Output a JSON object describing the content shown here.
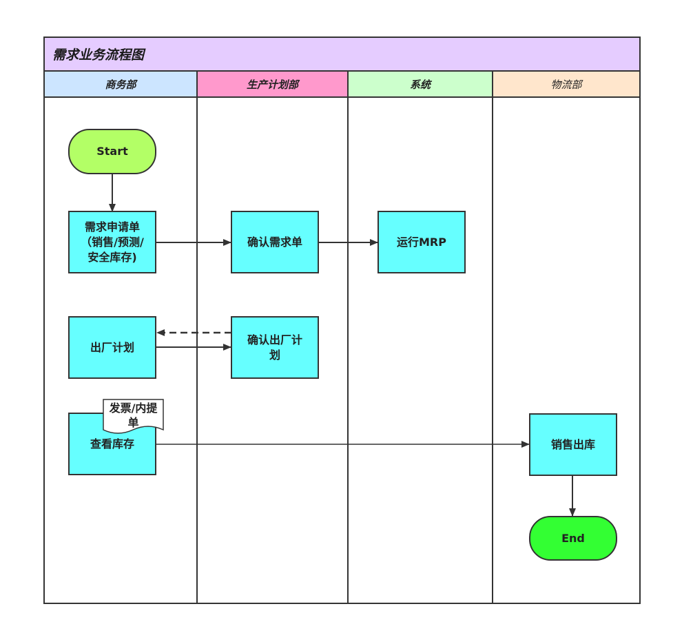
{
  "title": "需求业务流程图",
  "lanes": [
    {
      "label": "商务部",
      "color": "#cce5ff"
    },
    {
      "label": "生产计划部",
      "color": "#ff99cc"
    },
    {
      "label": "系统",
      "color": "#ccffcc"
    },
    {
      "label": "物流部",
      "color": "#ffe6cc"
    }
  ],
  "nodes": {
    "start": "Start",
    "demand_request_l1": "需求申请单",
    "demand_request_l2": "（销售/预测/",
    "demand_request_l3": "安全库存)",
    "confirm_demand": "确认需求单",
    "run_mrp": "运行MRP",
    "shipment_plan": "出厂计划",
    "confirm_shipment_l1": "确认出厂计",
    "confirm_shipment_l2": "划",
    "invoice_doc_l1": "发票/内提",
    "invoice_doc_l2": "单",
    "check_stock": "查看库存",
    "sales_outbound": "销售出库",
    "end": "End"
  },
  "colors": {
    "header": "#e5ccff",
    "process": "#66ffff",
    "start": "#b3ff66",
    "end": "#33ff33",
    "line": "#333333"
  }
}
